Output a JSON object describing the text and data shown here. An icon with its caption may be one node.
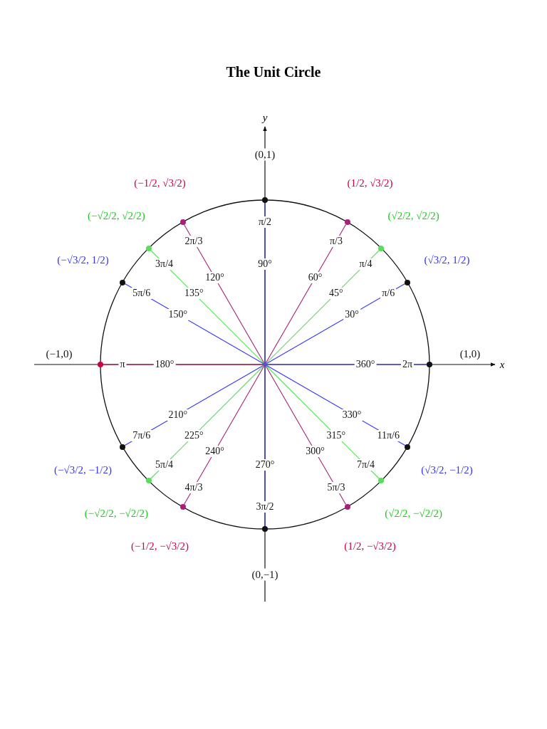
{
  "diagram": {
    "title": "The Unit Circle",
    "nodes": [
      {
        "text": [],
        "shape": "circle",
        "beside": [
          "(1,0)",
          "2π",
          "360°"
        ]
      },
      {
        "text": [],
        "shape": "circle",
        "beside": [
          "(√3/2, 1/2)",
          "π/6",
          "30°"
        ]
      },
      {
        "text": [],
        "shape": "circle",
        "beside": [
          "(√2/2, √2/2)",
          "π/4",
          "45°"
        ]
      },
      {
        "text": [],
        "shape": "circle",
        "beside": [
          "(1/2, √3/2)",
          "π/3",
          "60°"
        ]
      },
      {
        "text": [],
        "shape": "circle",
        "beside": [
          "(0,1)",
          "π/2",
          "90°"
        ]
      },
      {
        "text": [],
        "shape": "circle",
        "beside": [
          "(−1/2, √3/2)",
          "2π/3",
          "120°"
        ]
      },
      {
        "text": [],
        "shape": "circle",
        "beside": [
          "(−√2/2, √2/2)",
          "3π/4",
          "135°"
        ]
      },
      {
        "text": [],
        "shape": "circle",
        "beside": [
          "(−√3/2, 1/2)",
          "5π/6",
          "150°"
        ]
      },
      {
        "text": [],
        "shape": "circle",
        "beside": [
          "(−1,0)",
          "π",
          "180°"
        ]
      },
      {
        "text": [],
        "shape": "circle",
        "beside": [
          "(−√3/2, −1/2)",
          "7π/6",
          "210°"
        ]
      },
      {
        "text": [],
        "shape": "circle",
        "beside": [
          "(−√2/2, −√2/2)",
          "5π/4",
          "225°"
        ]
      },
      {
        "text": [],
        "shape": "circle",
        "beside": [
          "(−1/2, −√3/2)",
          "4π/3",
          "240°"
        ]
      },
      {
        "text": [],
        "shape": "circle",
        "beside": [
          "(0,−1)",
          "3π/2",
          "270°"
        ]
      },
      {
        "text": [],
        "shape": "circle",
        "beside": [
          "(1/2, −√3/2)",
          "5π/3",
          "300°"
        ]
      },
      {
        "text": [],
        "shape": "circle",
        "beside": [
          "(√2/2, −√2/2)",
          "7π/4",
          "315°"
        ]
      },
      {
        "text": [],
        "shape": "circle",
        "beside": [
          "(√3/2, −1/2)",
          "11π/6",
          "330°"
        ]
      }
    ],
    "edges": [
      {
        "from": null,
        "to": 0,
        "arrow": "none"
      },
      {
        "from": null,
        "to": 1,
        "arrow": "none"
      },
      {
        "from": null,
        "to": 2,
        "arrow": "none",
        "color": "#55e055"
      },
      {
        "from": null,
        "to": 3,
        "arrow": "none",
        "color": "#a8207a"
      },
      {
        "from": null,
        "to": 4,
        "arrow": "none"
      },
      {
        "from": null,
        "to": 5,
        "arrow": "none",
        "color": "#a8207a"
      },
      {
        "from": null,
        "to": 6,
        "arrow": "none",
        "color": "#55e055"
      },
      {
        "from": null,
        "to": 7,
        "arrow": "none"
      },
      {
        "from": null,
        "to": 8,
        "arrow": "none",
        "color": "#d0003c"
      },
      {
        "from": null,
        "to": 9,
        "arrow": "none"
      },
      {
        "from": null,
        "to": 10,
        "arrow": "none",
        "color": "#55e055"
      },
      {
        "from": null,
        "to": 11,
        "arrow": "none",
        "color": "#a8207a"
      },
      {
        "from": null,
        "to": 12,
        "arrow": "none"
      },
      {
        "from": null,
        "to": 13,
        "arrow": "none",
        "color": "#a8207a"
      },
      {
        "from": null,
        "to": 14,
        "arrow": "none",
        "color": "#55e055"
      },
      {
        "from": null,
        "to": 15,
        "arrow": "none"
      }
    ],
    "labels": [
      "y",
      "x"
    ]
  }
}
